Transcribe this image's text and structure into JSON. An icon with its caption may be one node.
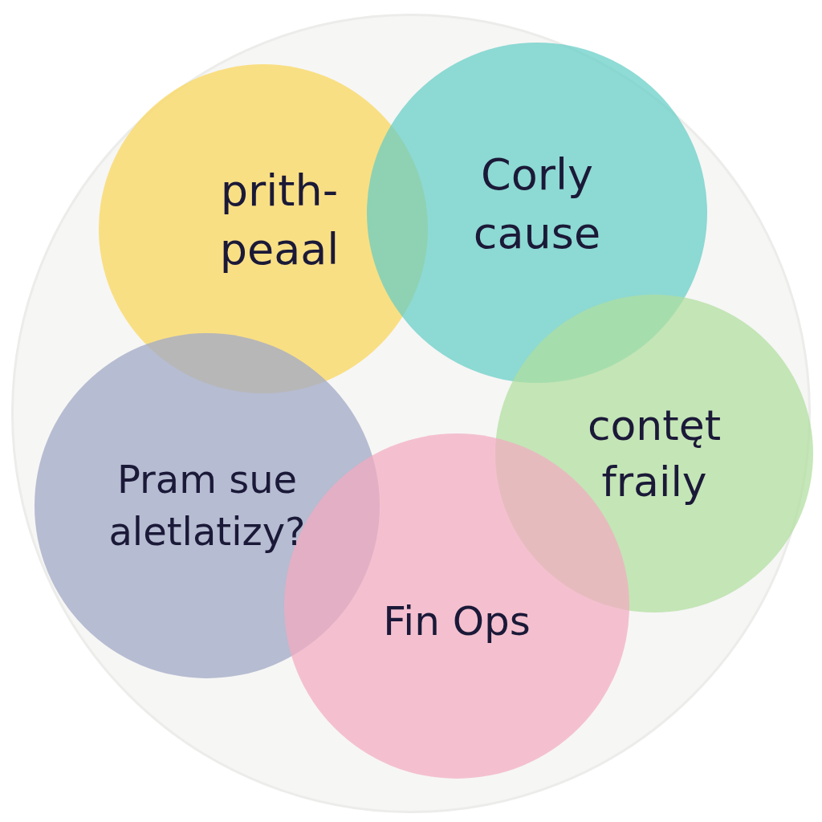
{
  "diagram": {
    "nodes": [
      {
        "text": [],
        "shape": "circle"
      },
      {
        "text": [
          "prith- peaal"
        ],
        "in": 0
      },
      {
        "text": [
          "Corly cause"
        ],
        "in": 0
      },
      {
        "text": [
          "contęt fraily"
        ],
        "in": 0
      },
      {
        "text": [
          "Pram sue aletlatizy?"
        ],
        "in": 0
      },
      {
        "text": [
          "Fin Ops"
        ],
        "in": 0
      }
    ]
  }
}
